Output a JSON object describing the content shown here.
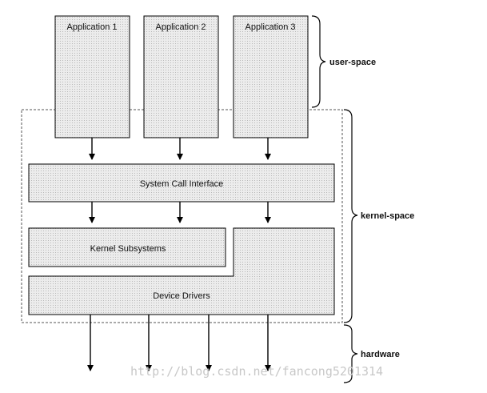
{
  "applications": [
    {
      "label": "Application 1"
    },
    {
      "label": "Application 2"
    },
    {
      "label": "Application 3"
    }
  ],
  "layers": {
    "syscall": "System Call Interface",
    "kernel_subsystems": "Kernel Subsystems",
    "device_drivers": "Device Drivers"
  },
  "braces": {
    "user_space": "user-space",
    "kernel_space": "kernel-space",
    "hardware": "hardware"
  },
  "watermark": "http://blog.csdn.net/fancong5201314",
  "colors": {
    "box_fill": "#e2e2e2",
    "stroke": "#000000",
    "dashed_border": "#555555"
  }
}
